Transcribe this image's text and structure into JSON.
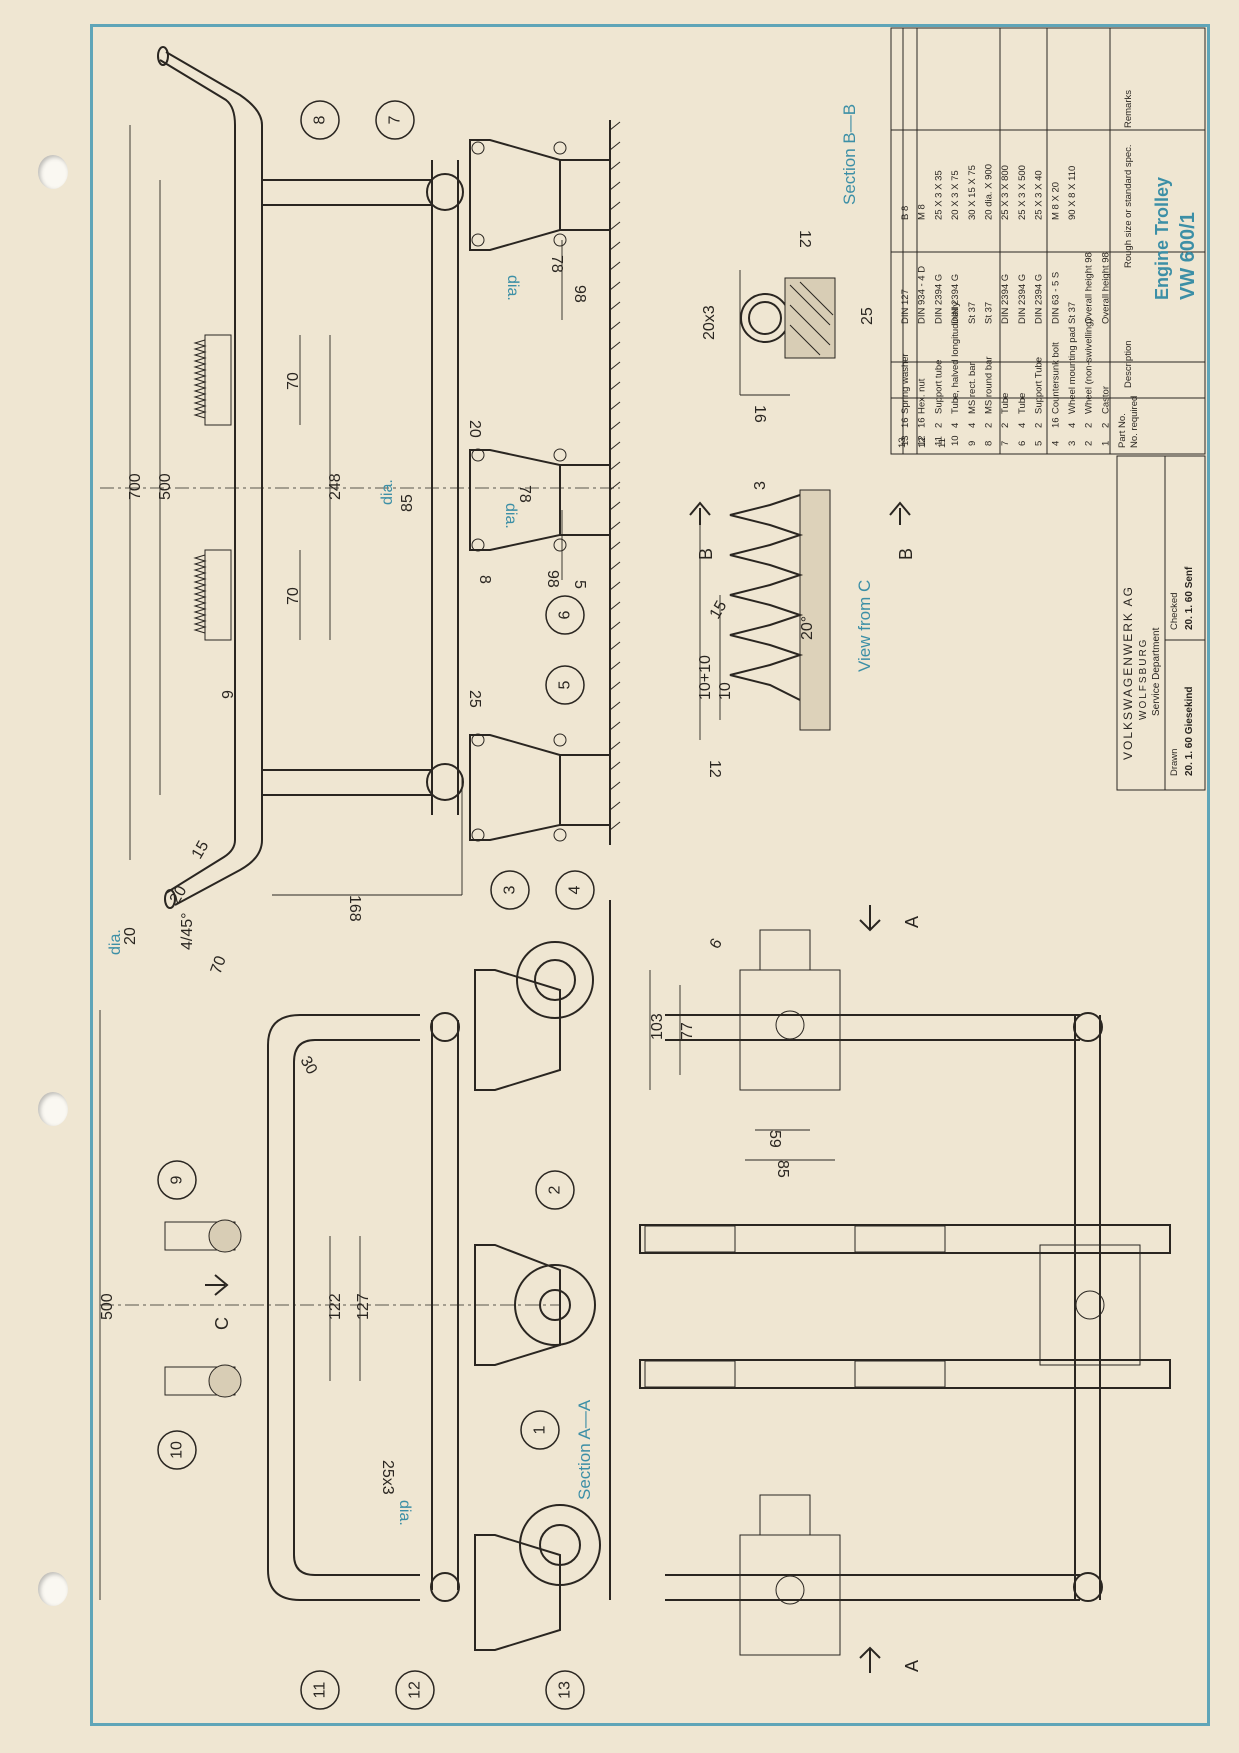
{
  "title_block": {
    "company": "VOLKSWAGENWERK AG",
    "city": "WOLFSBURG",
    "department": "Service Department",
    "drawn_label": "Drawn",
    "drawn_value": "20. 1. 60 Giesekind",
    "checked_label": "Checked",
    "checked_value": "20. 1. 60 Senf",
    "drawing_title": "Engine Trolley",
    "drawing_number": "VW 600/1"
  },
  "parts_list": {
    "headers": {
      "part_no": "Part No.",
      "no_required": "No. required",
      "description": "Description",
      "rough_size": "Rough size or standard spec.",
      "remarks": "Remarks"
    },
    "rows": [
      {
        "part": "13",
        "qty": "16",
        "description": "Spring washer",
        "spec": "DIN 127",
        "remarks": "B 8"
      },
      {
        "part": "12",
        "qty": "16",
        "description": "Hex. nut",
        "spec": "DIN 934 - 4 D",
        "remarks": "M 8"
      },
      {
        "part": "11",
        "qty": "2",
        "description": "Support tube",
        "spec": "DIN 2394 G",
        "remarks": "25 X 3 X 35"
      },
      {
        "part": "10",
        "qty": "4",
        "description": "Tube, halved longitudinally",
        "spec": "DIN 2394 G",
        "remarks": "20 X 3 X 75"
      },
      {
        "part": "9",
        "qty": "4",
        "description": "MS rect. bar",
        "spec": "St 37",
        "remarks": "30 X 15 X 75"
      },
      {
        "part": "8",
        "qty": "2",
        "description": "MS round bar",
        "spec": "St 37",
        "remarks": "20 dia. X 900"
      },
      {
        "part": "7",
        "qty": "2",
        "description": "Tube",
        "spec": "DIN 2394 G",
        "remarks": "25 X 3 X 800"
      },
      {
        "part": "6",
        "qty": "4",
        "description": "Tube",
        "spec": "DIN 2394 G",
        "remarks": "25 X 3 X 500"
      },
      {
        "part": "5",
        "qty": "2",
        "description": "Support Tube",
        "spec": "DIN 2394 G",
        "remarks": "25 X 3 X 40"
      },
      {
        "part": "4",
        "qty": "16",
        "description": "Countersunk bolt",
        "spec": "DIN 63 - 5 S",
        "remarks": "M 8 X 20"
      },
      {
        "part": "3",
        "qty": "4",
        "description": "Wheel mounting pad",
        "spec": "St 37",
        "remarks": "90 X 8 X 110"
      },
      {
        "part": "2",
        "qty": "2",
        "description": "Wheel (non-swivelling)",
        "spec": "Overall height 98",
        "remarks": ""
      },
      {
        "part": "1",
        "qty": "2",
        "description": "Castor",
        "spec": "Overall height 98",
        "remarks": ""
      }
    ]
  },
  "views": {
    "section_bb": "Section B—B",
    "section_aa": "Section A—A",
    "view_from_c": "View from C",
    "cut_b": "B",
    "cut_a": "A",
    "cut_c": "C"
  },
  "dimensions": {
    "d700": "700",
    "d500a": "500",
    "d248": "248",
    "d70a": "70",
    "d70b": "70",
    "d20a": "20",
    "d98a": "98",
    "d98b": "98",
    "d78a": "78",
    "d78b": "78",
    "d85": "85",
    "d25a": "25",
    "d168": "168",
    "d15": "15",
    "d20b": "20",
    "d20c": "20",
    "d4x45": "4/45°",
    "d70c": "70",
    "dia_a": "dia.",
    "dia_b": "dia.",
    "dia_c": "dia.",
    "dia_d": "dia.",
    "d8a": "8",
    "d5": "5",
    "d6": "6",
    "d20x3": "20x3",
    "d16": "16",
    "d12a": "12",
    "d25b": "25",
    "d12b": "12",
    "d10_10": "10+10",
    "d10b": "10",
    "d15b": "15",
    "d20deg": "20°",
    "d3": "3",
    "d500b": "500",
    "d122": "122",
    "d127": "127",
    "d25x3": "25x3",
    "d30": "30",
    "d103": "103",
    "d77": "77",
    "d59": "59",
    "d85b": "85",
    "d6b": "6"
  },
  "balloons": [
    "1",
    "2",
    "3",
    "4",
    "5",
    "6",
    "7",
    "8",
    "9",
    "10",
    "11",
    "12",
    "13"
  ],
  "colors": {
    "paper": "#efe6d2",
    "frame": "#5fa5b8",
    "ink": "#2a2621",
    "annotation_blue": "#3c8fa6"
  }
}
